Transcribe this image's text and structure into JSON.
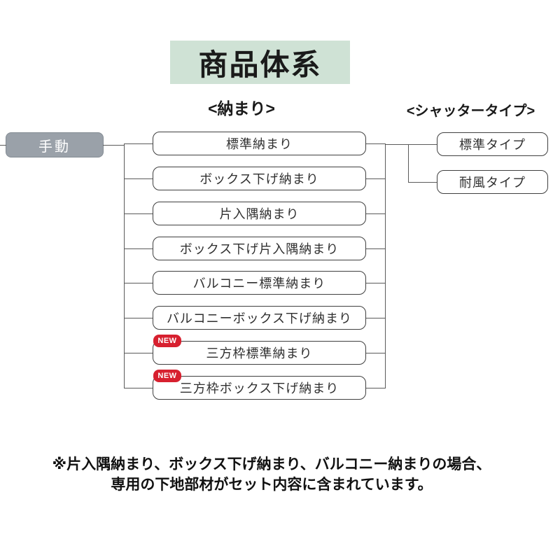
{
  "title": "商品体系",
  "sections": {
    "osamari_label": "<納まり>",
    "shutter_label": "<シャッタータイプ>"
  },
  "root": {
    "label": "手動"
  },
  "new_badge_label": "NEW",
  "osamari_items": [
    {
      "label": "標準納まり",
      "new": false
    },
    {
      "label": "ボックス下げ納まり",
      "new": false
    },
    {
      "label": "片入隅納まり",
      "new": false
    },
    {
      "label": "ボックス下げ片入隅納まり",
      "new": false
    },
    {
      "label": "バルコニー標準納まり",
      "new": false
    },
    {
      "label": "バルコニーボックス下げ納まり",
      "new": false
    },
    {
      "label": "三方枠標準納まり",
      "new": true
    },
    {
      "label": "三方枠ボックス下げ納まり",
      "new": true
    }
  ],
  "shutter_types": [
    {
      "label": "標準タイプ"
    },
    {
      "label": "耐風タイプ"
    }
  ],
  "note": {
    "line1": "※片入隅納まり、ボックス下げ納まり、バルコニー納まりの場合、",
    "line2": "専用の下地部材がセット内容に含まれています。"
  },
  "colors": {
    "banner_bg": "#cfe2d5",
    "root_node_bg": "#9aa1a9",
    "new_badge_bg": "#d7202f",
    "box_border": "#3f3f3f",
    "connector_line": "#5a5a5a"
  }
}
